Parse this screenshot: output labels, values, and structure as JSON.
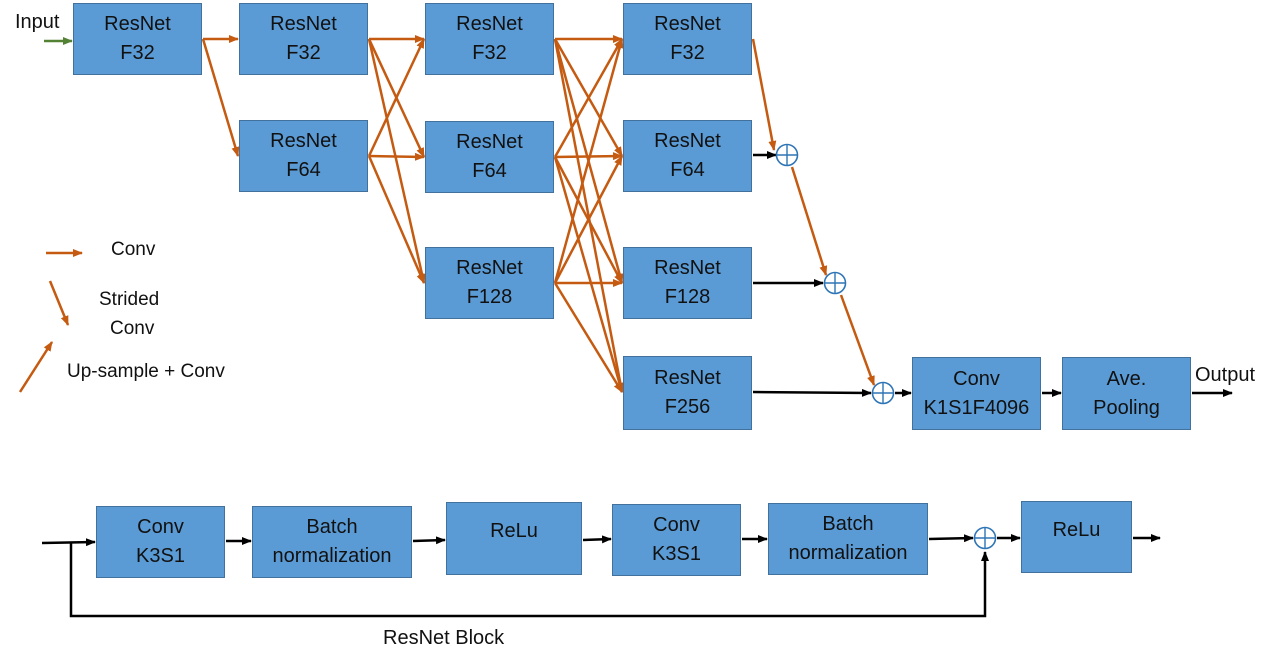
{
  "input_label": "Input",
  "output_label": "Output",
  "colors": {
    "box_fill": "#5b9bd5",
    "box_border": "#41719c",
    "conv_arrow": "#c55a11",
    "input_arrow": "#548235",
    "plain_arrow": "#000000",
    "sum_node": "#2e75b6"
  },
  "blocks": [
    {
      "line1": "ResNet",
      "line2": "F32"
    },
    {
      "line1": "ResNet",
      "line2": "F32"
    },
    {
      "line1": "ResNet",
      "line2": "F64"
    },
    {
      "line1": "ResNet",
      "line2": "F32"
    },
    {
      "line1": "ResNet",
      "line2": "F64"
    },
    {
      "line1": "ResNet",
      "line2": "F128"
    },
    {
      "line1": "ResNet",
      "line2": "F32"
    },
    {
      "line1": "ResNet",
      "line2": "F64"
    },
    {
      "line1": "ResNet",
      "line2": "F128"
    },
    {
      "line1": "ResNet",
      "line2": "F256"
    }
  ],
  "head": [
    {
      "line1": "Conv",
      "line2": "K1S1F4096"
    },
    {
      "line1": "Ave.",
      "line2": "Pooling"
    }
  ],
  "legend": {
    "conv": "Conv",
    "strided_line1": "Strided",
    "strided_line2": "Conv",
    "upsample": "Up-sample + Conv"
  },
  "resnet_block": {
    "caption": "ResNet Block",
    "items": [
      {
        "line1": "Conv",
        "line2": "K3S1"
      },
      {
        "line1": "Batch",
        "line2": "normalization"
      },
      {
        "line1": "ReLu",
        "line2": ""
      },
      {
        "line1": "Conv",
        "line2": "K3S1"
      },
      {
        "line1": "Batch",
        "line2": "normalization"
      },
      {
        "line1": "ReLu",
        "line2": ""
      }
    ]
  }
}
